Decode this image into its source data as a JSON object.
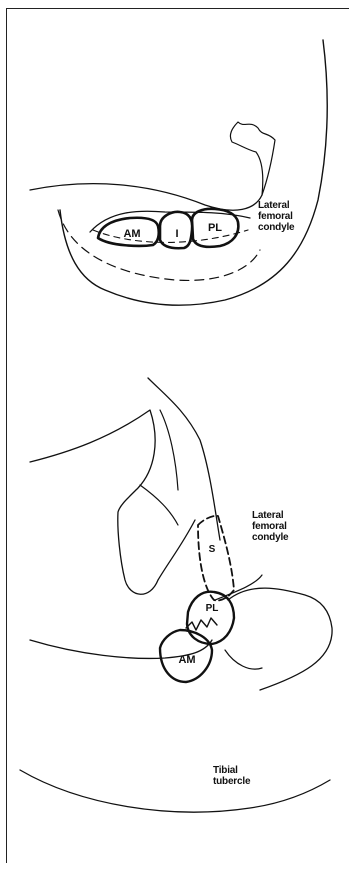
{
  "top_panel": {
    "region_label_lines": [
      "Lateral",
      "femoral",
      "condyle"
    ],
    "bundles": {
      "am": "AM",
      "i": "I",
      "pl": "PL"
    }
  },
  "bottom_panel": {
    "region_label_lines": [
      "Lateral",
      "femoral",
      "condyle"
    ],
    "bundles": {
      "s": "S",
      "pl": "PL",
      "am": "AM"
    },
    "tibia_label_lines": [
      "Tibial",
      "tubercle"
    ]
  }
}
